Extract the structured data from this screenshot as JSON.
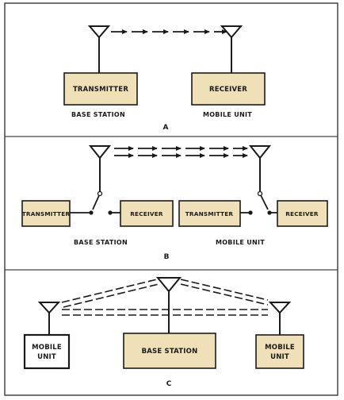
{
  "colors": {
    "box_fill": "#efe0b7",
    "line": "#1a1a1a",
    "border": "#444444",
    "background": "#ffffff"
  },
  "panel_a": {
    "transmitter": "TRANSMITTER",
    "receiver": "RECEIVER",
    "caption_left": "BASE STATION",
    "caption_right": "MOBILE UNIT",
    "letter": "A"
  },
  "panel_b": {
    "transmitter_1": "TRANSMITTER",
    "receiver_1": "RECEIVER",
    "transmitter_2": "TRANSMITTER",
    "receiver_2": "RECEIVER",
    "caption_left": "BASE STATION",
    "caption_right": "MOBILE UNIT",
    "letter": "B"
  },
  "panel_c": {
    "mobile_left_line1": "MOBILE",
    "mobile_left_line2": "UNIT",
    "base": "BASE STATION",
    "mobile_right_line1": "MOBILE",
    "mobile_right_line2": "UNIT",
    "letter": "C"
  },
  "icons": [
    "antenna-icon",
    "arrow-icon",
    "switch-icon"
  ]
}
